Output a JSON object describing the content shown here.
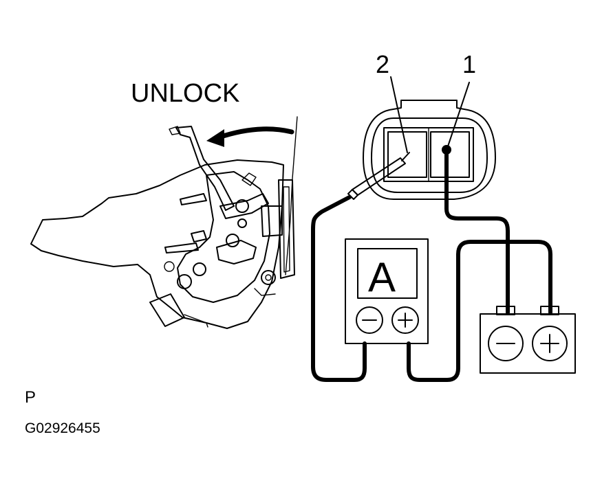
{
  "labels": {
    "action": "UNLOCK",
    "terminal_2": "2",
    "terminal_1": "1",
    "meter": "A",
    "view": "P",
    "figure_id": "G02926455"
  }
}
